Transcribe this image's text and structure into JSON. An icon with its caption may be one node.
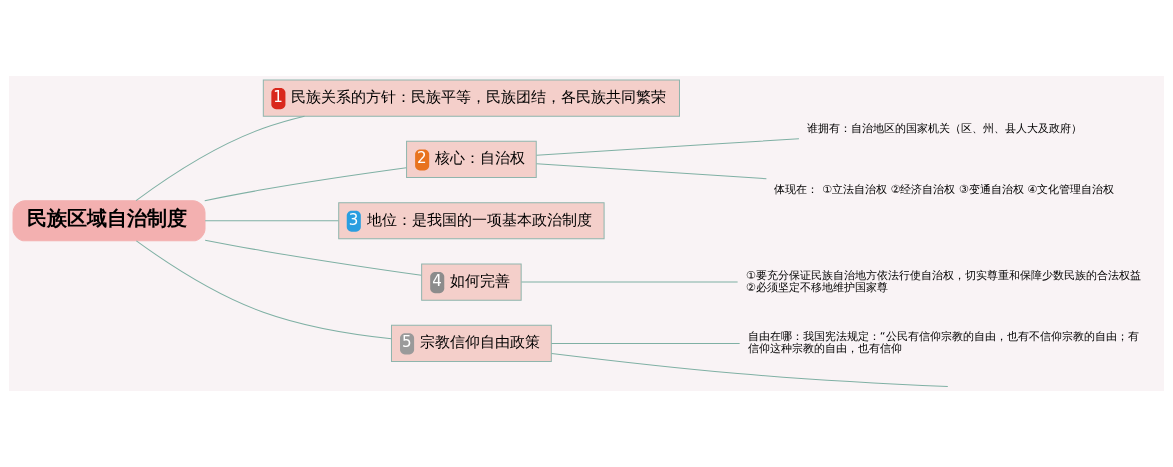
{
  "diagram": {
    "nodes": [
      {
        "text": [
          "民族区域自治制度"
        ]
      },
      {
        "text": [
          "1",
          "民族关系的方针：民族平等，民族团结，各民族共同繁荣"
        ]
      },
      {
        "text": [
          "2",
          "核心：自治权"
        ]
      },
      {
        "text": [
          "谁拥有：自治地区的国家机关（区、州、县人大及政府）"
        ]
      },
      {
        "text": [
          "体现在： ①立法自治权 ②经济自治权 ③变通自治权 ④文化管理自治权"
        ]
      },
      {
        "text": [
          "3",
          "地位：是我国的一项基本政治制度"
        ]
      },
      {
        "text": [
          "4",
          "如何完善"
        ]
      },
      {
        "text": [
          "①要充分保证民族自治地方依法行使自治权，切实尊重和保障少数民族的合法权益 ②必须坚定不移地维护国家尊"
        ]
      },
      {
        "text": [
          "5",
          "宗教信仰自由政策"
        ]
      },
      {
        "text": [
          "自由在哪：我国宪法规定：“公民有信仰宗教的自由，也有不信仰宗教的自由；有信仰这种宗教的自由，也有信仰"
        ]
      }
    ],
    "edges": [
      {
        "from": 0,
        "to": 1,
        "arrow": "none"
      },
      {
        "from": 0,
        "to": 2,
        "arrow": "none"
      },
      {
        "from": 2,
        "to": 3,
        "arrow": "none"
      },
      {
        "from": 2,
        "to": 4,
        "arrow": "none"
      },
      {
        "from": 0,
        "to": 5,
        "arrow": "none"
      },
      {
        "from": 0,
        "to": 6,
        "arrow": "none"
      },
      {
        "from": 6,
        "to": 7,
        "arrow": "none"
      },
      {
        "from": 0,
        "to": 8,
        "arrow": "none"
      },
      {
        "from": 8,
        "to": 9,
        "arrow": "none"
      },
      {
        "from": 8,
        "to": null,
        "arrow": "none"
      }
    ]
  }
}
